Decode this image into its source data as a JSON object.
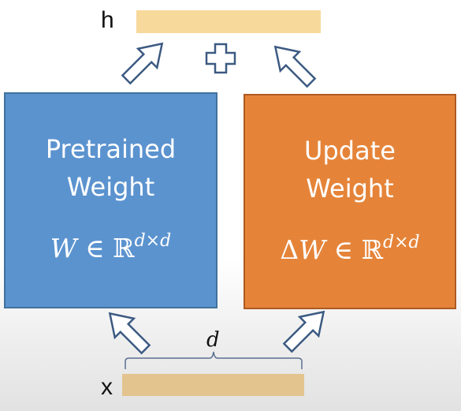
{
  "output_label": "h",
  "input_label": "x",
  "dimension_label": "d",
  "pretrained": {
    "title": "Pretrained\nWeight",
    "symbol": "W",
    "member": "∈",
    "space": "ℝ",
    "exponent": "d×d"
  },
  "update": {
    "title": "Update\nWeight",
    "delta": "Δ",
    "symbol": "W",
    "member": "∈",
    "space": "ℝ",
    "exponent": "d×d"
  },
  "plus_symbol": "+",
  "colors": {
    "vector": "#f7d99b",
    "input_vector": "#e3c48f",
    "pretrained_fill": "#5b93cf",
    "pretrained_border": "#41719c",
    "update_fill": "#e58439",
    "update_border": "#ae5a21",
    "arrow_stroke": "#3c5a82"
  }
}
